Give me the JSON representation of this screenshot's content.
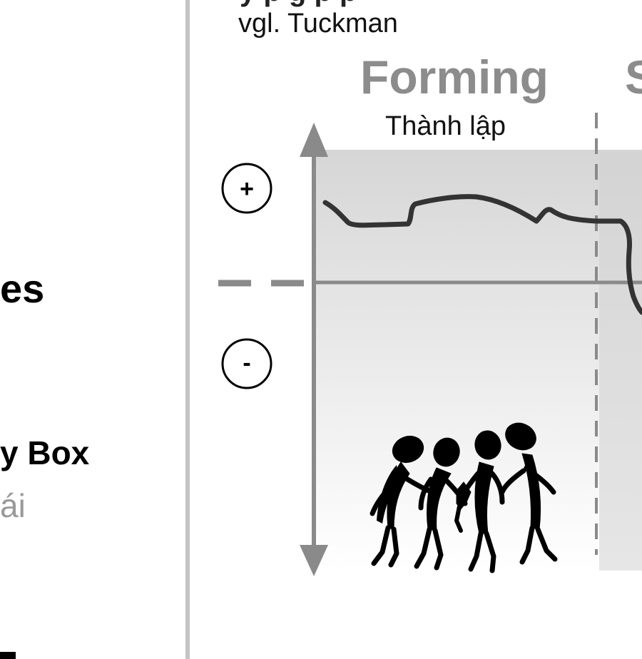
{
  "left_panel": {
    "fragment_1": "es",
    "fragment_2": "y Box",
    "fragment_3": "ái"
  },
  "diagram": {
    "top_partial_text": "y p g p p",
    "source": "vgl. Tuckman",
    "phase_1_en": "Forming",
    "phase_1_vi": "Thành lập",
    "phase_2_en_partial": "S",
    "plus_sign": "+",
    "minus_sign": "-"
  },
  "colors": {
    "background_gradient_top": "#d9d9d9",
    "background_gradient_bottom": "#ffffff",
    "axis_arrow": "#8a8a8a",
    "dashed_baseline": "#8a8a8a",
    "curve": "#333333",
    "phase_heading": "#8c8c8c",
    "divider": "#c4c4c4"
  },
  "icons": [
    "plus-circle-icon",
    "minus-circle-icon",
    "team-huddle-figures-icon"
  ]
}
